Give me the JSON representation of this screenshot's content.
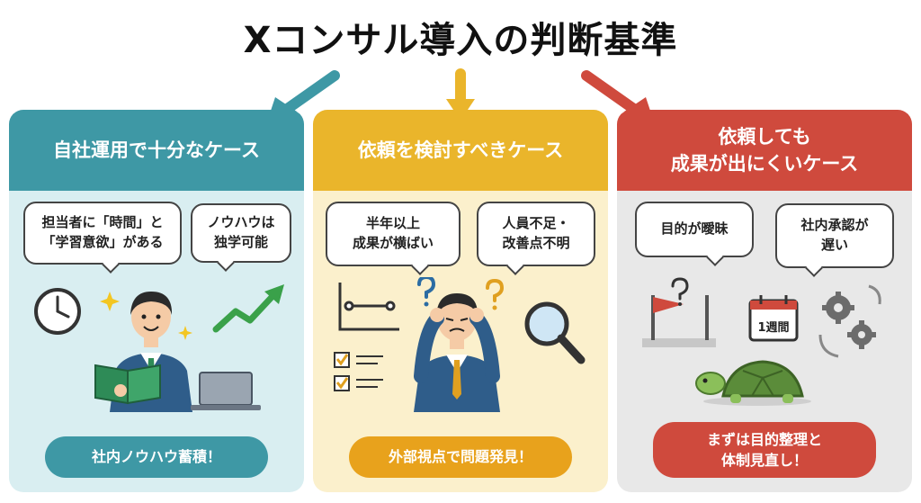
{
  "title": "Xコンサル導入の判断基準",
  "colors": {
    "teal": "#3e98a5",
    "teal_bg": "#d9eef1",
    "yellow": "#eab52b",
    "yellow_bg": "#fbf0cc",
    "red": "#cf4a3d",
    "red_bg": "#e8e8e8"
  },
  "cards": [
    {
      "heading": "自社運用で十分なケース",
      "bubbles": [
        "担当者に「時間」と\n「学習意欲」がある",
        "ノウハウは\n独学可能"
      ],
      "conclusion": "社内ノウハウ蓄積！",
      "icons": [
        "clock-icon",
        "sparkle-icon",
        "reading-businessman",
        "laptop-icon",
        "growth-arrow-icon"
      ]
    },
    {
      "heading": "依頼を検討すべきケース",
      "bubbles": [
        "半年以上\n成果が横ばい",
        "人員不足・\n改善点不明"
      ],
      "conclusion": "外部視点で問題発見！",
      "icons": [
        "flat-line-chart-icon",
        "checklist-icon",
        "confused-businessman",
        "question-mark-icon",
        "magnifier-icon"
      ]
    },
    {
      "heading": "依頼しても\n成果が出にくいケース",
      "bubbles": [
        "目的が曖昧",
        "社内承認が\n遅い"
      ],
      "conclusion": "まずは目的整理と\n体制見直し！",
      "calendar_label": "1週間",
      "icons": [
        "unclear-goal-flag-icon",
        "calendar-icon",
        "gears-icon",
        "turtle-icon"
      ]
    }
  ]
}
